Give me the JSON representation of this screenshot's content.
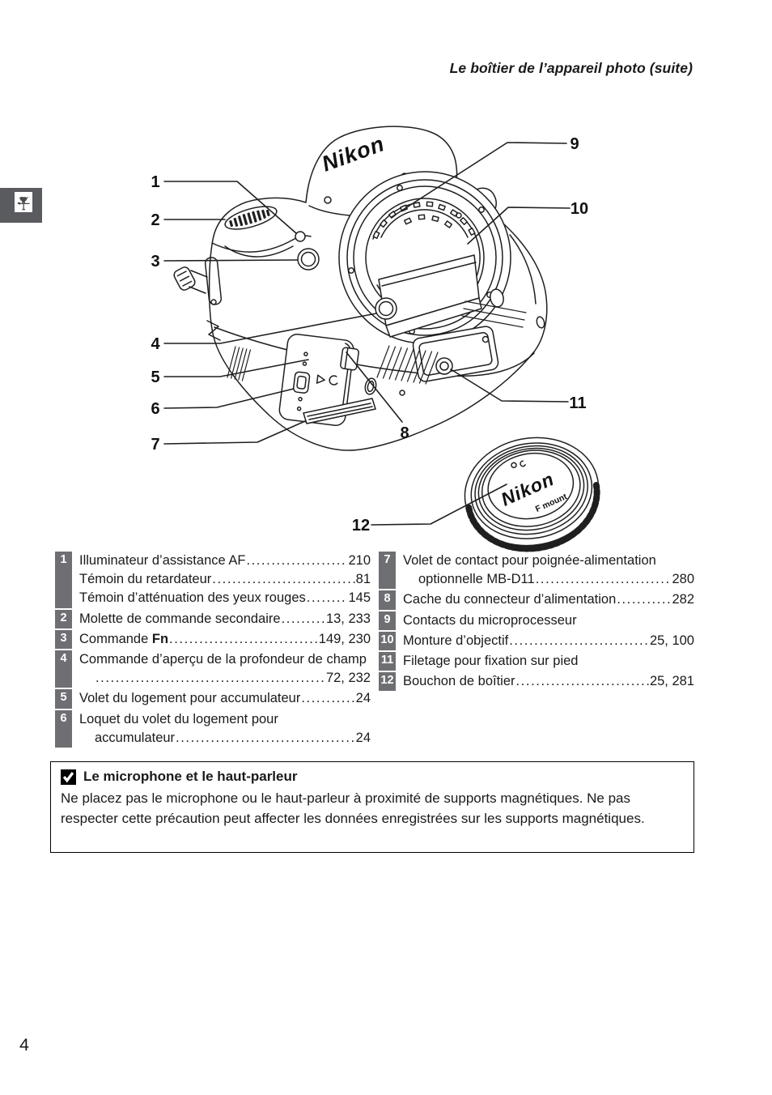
{
  "header": {
    "title": "Le boîtier de l’appareil photo (suite)"
  },
  "margin_tab": {
    "icon": "rooster-weathervane"
  },
  "diagram": {
    "brand_logo": "Nikon",
    "body_cap_brand": "Nikon",
    "body_cap_label": "F mount",
    "callouts": [
      "1",
      "2",
      "3",
      "4",
      "5",
      "6",
      "7",
      "8",
      "9",
      "10",
      "11",
      "12"
    ]
  },
  "parts_list": {
    "left": [
      {
        "num": "1",
        "lines": [
          {
            "text": "Illuminateur d’assistance AF",
            "pages": "210"
          },
          {
            "text": "Témoin du retardateur",
            "pages": "81"
          },
          {
            "text": "Témoin d’atténuation des yeux rouges",
            "pages": "145"
          }
        ]
      },
      {
        "num": "2",
        "lines": [
          {
            "text": "Molette de commande secondaire",
            "pages": "13, 233"
          }
        ]
      },
      {
        "num": "3",
        "lines": [
          {
            "pre": "Commande ",
            "bold": "Fn",
            "pages": "149, 230"
          }
        ]
      },
      {
        "num": "4",
        "lines": [
          {
            "text": "Commande d’aperçu de la profondeur de champ"
          },
          {
            "pages": "72, 232",
            "indent": true
          }
        ]
      },
      {
        "num": "5",
        "lines": [
          {
            "text": "Volet du logement pour accumulateur",
            "pages": "24"
          }
        ]
      },
      {
        "num": "6",
        "lines": [
          {
            "text": "Loquet du volet du logement pour"
          },
          {
            "text": "accumulateur",
            "pages": "24",
            "indent": true
          }
        ]
      }
    ],
    "right": [
      {
        "num": "7",
        "lines": [
          {
            "text": "Volet de contact pour poignée-alimentation"
          },
          {
            "text": "optionnelle MB-D11",
            "pages": "280",
            "indent": true
          }
        ]
      },
      {
        "num": "8",
        "lines": [
          {
            "text": "Cache du connecteur d’alimentation",
            "pages": "282"
          }
        ]
      },
      {
        "num": "9",
        "lines": [
          {
            "text": "Contacts du microprocesseur"
          }
        ]
      },
      {
        "num": "10",
        "lines": [
          {
            "text": "Monture d’objectif",
            "pages": "25, 100"
          }
        ]
      },
      {
        "num": "11",
        "lines": [
          {
            "text": "Filetage pour fixation sur pied"
          }
        ]
      },
      {
        "num": "12",
        "lines": [
          {
            "text": "Bouchon de boîtier",
            "pages": "25, 281"
          }
        ]
      }
    ]
  },
  "note": {
    "icon": "checkmark",
    "title": "Le microphone et le haut-parleur",
    "body": "Ne placez pas le microphone ou le haut-parleur à proximité de supports magnétiques. Ne pas respecter cette précaution peut affecter les données enregistrées sur les supports magnétiques."
  },
  "footer": {
    "page_number": "4"
  }
}
